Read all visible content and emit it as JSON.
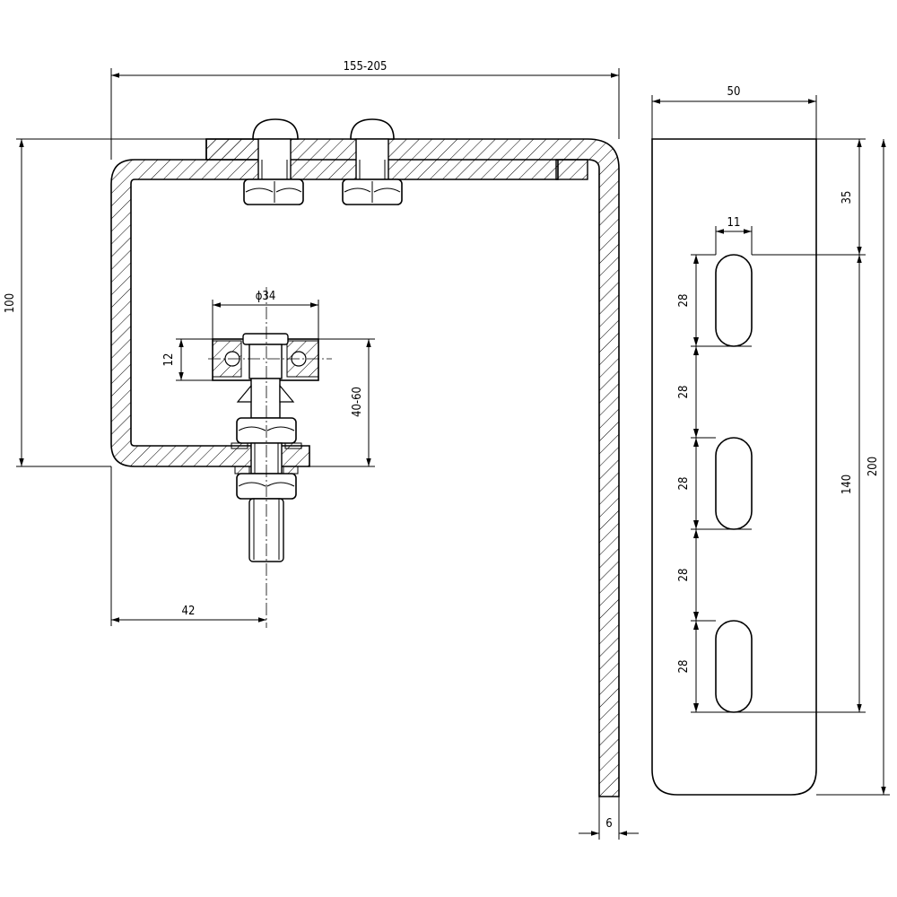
{
  "drawing": {
    "dimensions": {
      "total_width": "155-205",
      "height_left": "100",
      "roller_diameter": "ϕ34",
      "roller_thickness": "12",
      "adjust_range": "40-60",
      "axle_offset": "42",
      "plate_thickness": "6",
      "plate_width": "50",
      "top_offset": "35",
      "slot_width": "11",
      "slot_length_1": "28",
      "slot_gap_1": "28",
      "slot_length_2": "28",
      "slot_gap_2": "28",
      "slot_length_3": "28",
      "slot_span": "140",
      "total_height": "200"
    }
  }
}
